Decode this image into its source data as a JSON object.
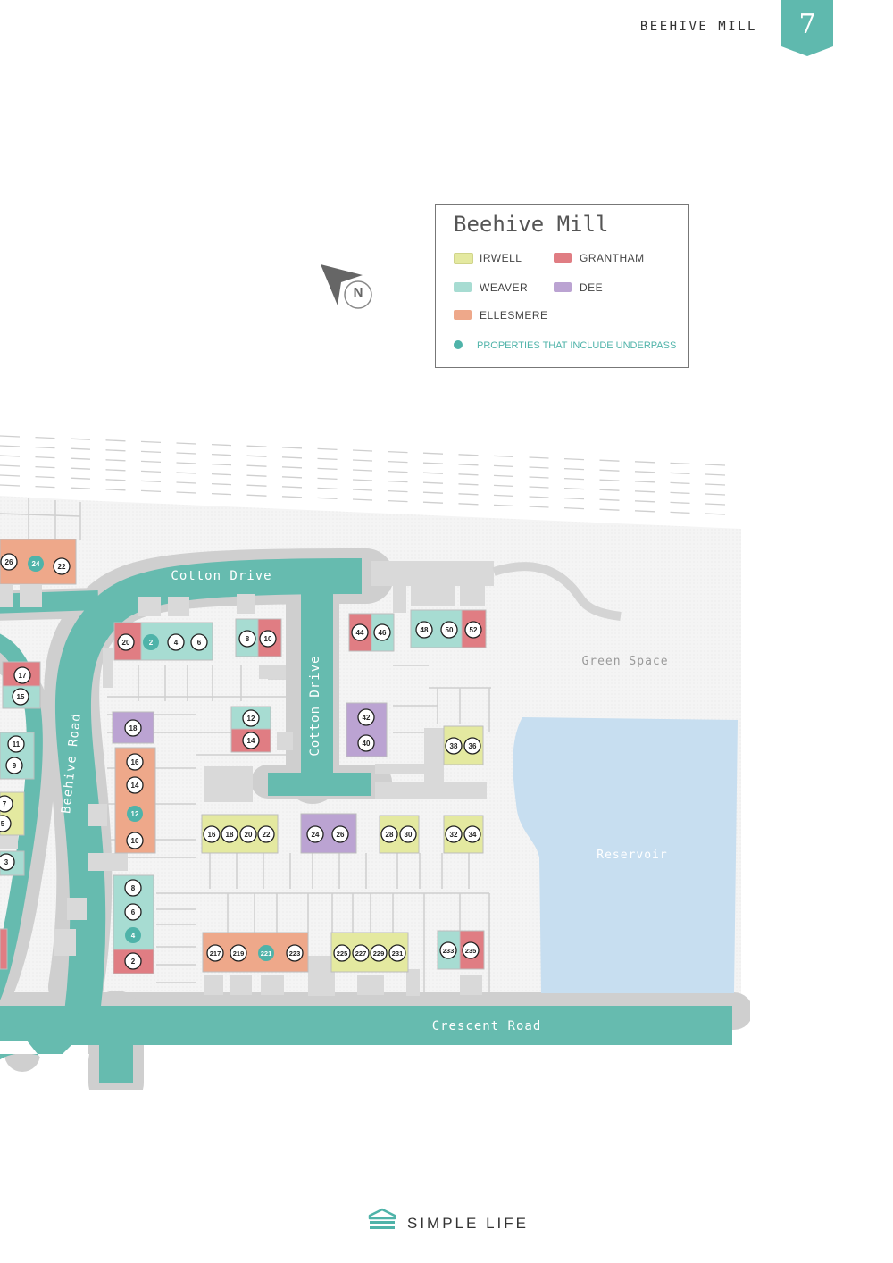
{
  "header": {
    "title": "BEEHIVE MILL",
    "page_number": "7",
    "tab_color": "#5fb9ae"
  },
  "legend": {
    "title": "Beehive Mill",
    "items": [
      {
        "label": "IRWELL",
        "color": "#e4e9a0"
      },
      {
        "label": "GRANTHAM",
        "color": "#e07d83"
      },
      {
        "label": "WEAVER",
        "color": "#a7dcd2"
      },
      {
        "label": "DEE",
        "color": "#bba3d2"
      },
      {
        "label": "ELLESMERE",
        "color": "#eea88a"
      }
    ],
    "underpass_label": "PROPERTIES THAT INCLUDE UNDERPASS",
    "underpass_color": "#4fb3a9"
  },
  "compass": {
    "letter": "N"
  },
  "map": {
    "roads": {
      "cotton_drive_top": "Cotton Drive",
      "cotton_drive_side": "Cotton Drive",
      "beehive_road": "Beehive Road",
      "crescent_road": "Crescent Road"
    },
    "areas": {
      "green_space": "Green Space",
      "reservoir": "Reservoir"
    },
    "plots": {
      "p26": "26",
      "p24": "24",
      "p22": "22",
      "p20a": "20",
      "p2a": "2",
      "p4a": "4",
      "p6a": "6",
      "p8a": "8",
      "p10a": "10",
      "p44": "44",
      "p46": "46",
      "p48": "48",
      "p50": "50",
      "p52": "52",
      "p17": "17",
      "p15": "15",
      "p11": "11",
      "p9": "9",
      "p7": "7",
      "p5": "5",
      "p3": "3",
      "p18a": "18",
      "p16a": "16",
      "p14a": "14",
      "p12a": "12",
      "p10b": "10",
      "p12b": "12",
      "p14b": "14",
      "p42": "42",
      "p40": "40",
      "p38": "38",
      "p36": "36",
      "p16b": "16",
      "p18b": "18",
      "p20b": "20",
      "p22b": "22",
      "p24b": "24",
      "p26b": "26",
      "p28": "28",
      "p30": "30",
      "p32": "32",
      "p34": "34",
      "p8b": "8",
      "p6b": "6",
      "p4b": "4",
      "p2b": "2",
      "p217": "217",
      "p219": "219",
      "p221": "221",
      "p223": "223",
      "p225": "225",
      "p227": "227",
      "p229": "229",
      "p231": "231",
      "p233": "233",
      "p235": "235"
    }
  },
  "footer": {
    "brand": "SIMPLE LIFE"
  }
}
